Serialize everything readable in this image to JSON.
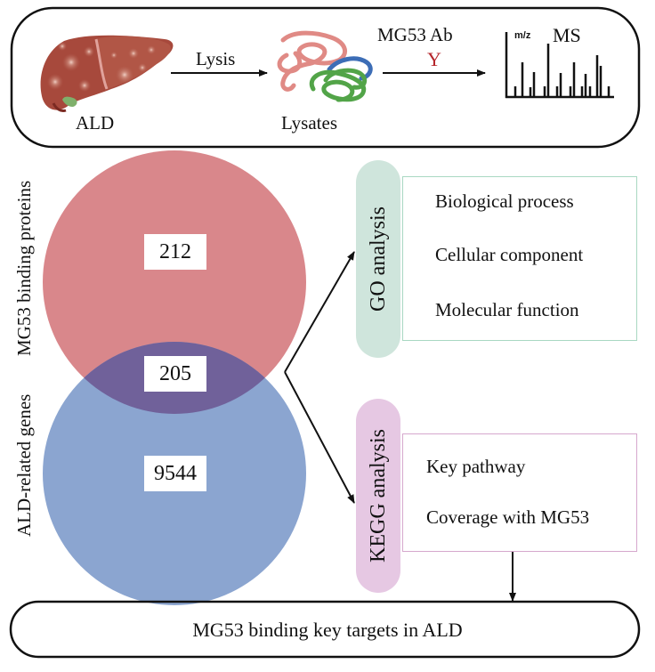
{
  "workflow": {
    "top_panel": {
      "source_label": "ALD",
      "step1_label": "Lysis",
      "intermediate_label": "Lysates",
      "antibody_label": "MG53 Ab",
      "antibody_symbol": "Y",
      "ms_axis_label": "m/z",
      "ms_label": "MS"
    },
    "venn": {
      "set_a_label": "MG53 binding proteins",
      "set_b_label": "ALD-related genes",
      "set_a_only": "212",
      "intersection": "205",
      "set_b_only": "9544",
      "colors": {
        "set_a": "#d9878b",
        "set_b": "#8ba5d0",
        "intersection": "#70619a"
      }
    },
    "go": {
      "title": "GO analysis",
      "items": [
        "Biological process",
        "Cellular component",
        "Molecular function"
      ],
      "colors": {
        "pill": "#cfe5dc",
        "border": "#a9d8c2"
      }
    },
    "kegg": {
      "title": "KEGG analysis",
      "items": [
        "Key pathway",
        "Coverage with MG53"
      ],
      "colors": {
        "pill": "#e6c8e3",
        "border": "#d6a8cd"
      }
    },
    "result": {
      "label": "MG53 binding key targets in ALD"
    },
    "icons": {
      "liver": "liver-illustration",
      "lysate": "protein-lysate-tangle",
      "antibody": "antibody-y-symbol",
      "ms": "mass-spectrum-chart"
    }
  }
}
